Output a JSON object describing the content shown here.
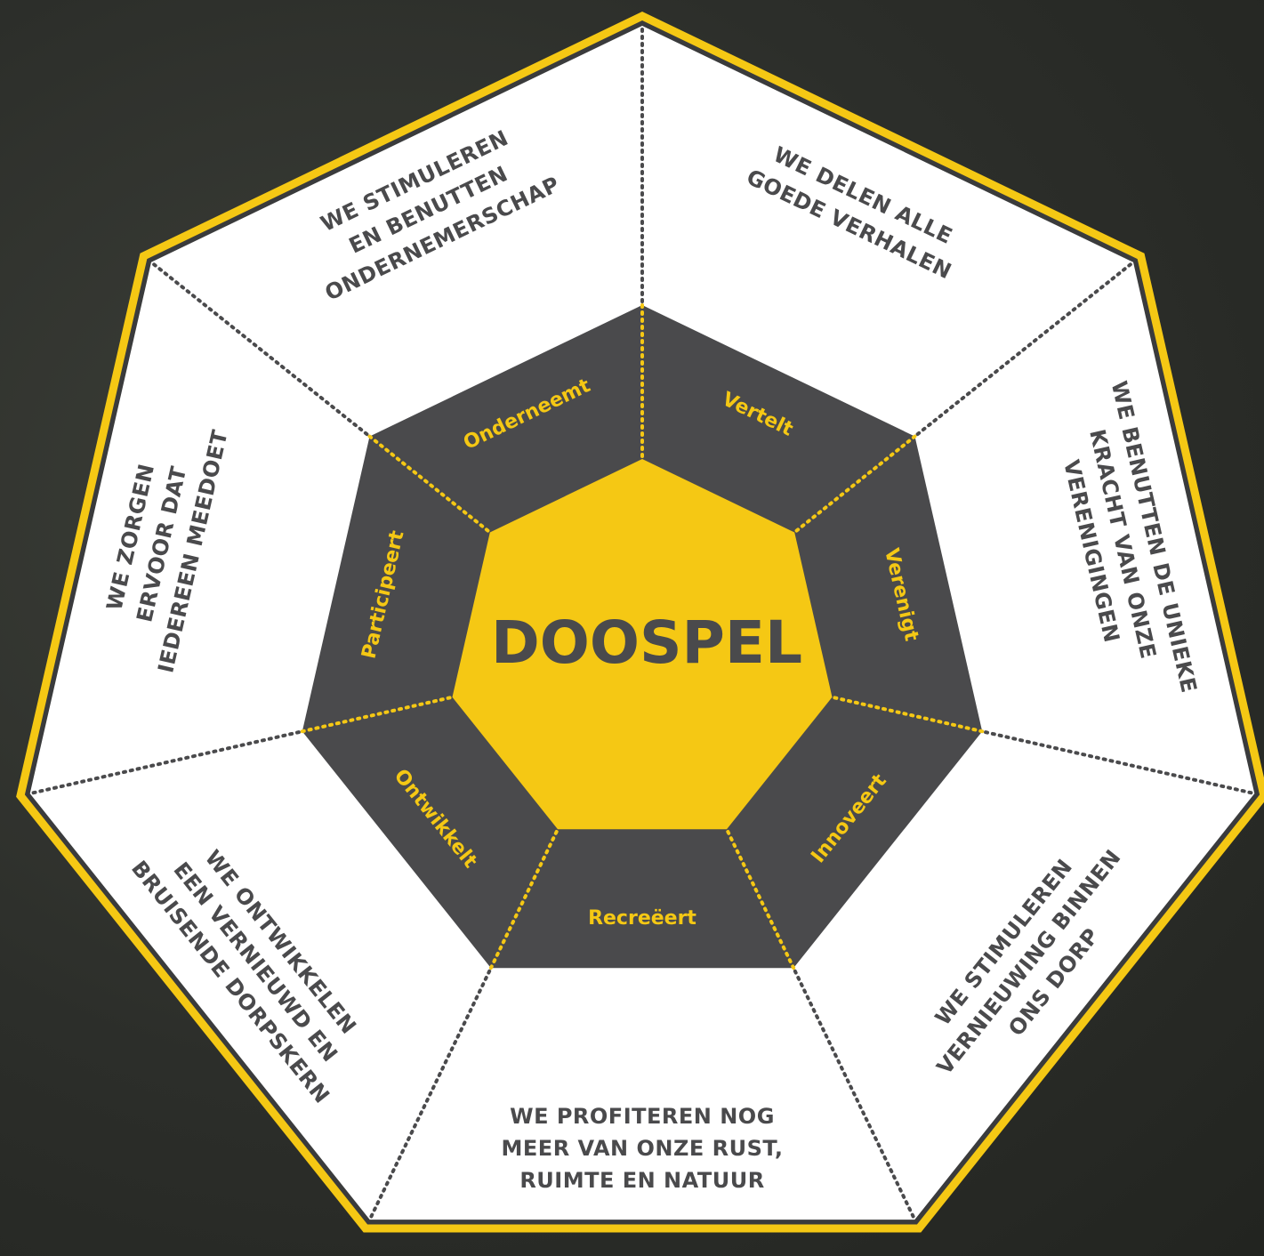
{
  "center": {
    "label": "DOOSPEL"
  },
  "segments": [
    {
      "keyword": "Vertelt",
      "statement": [
        "WE DELEN ALLE",
        "GOEDE VERHALEN"
      ]
    },
    {
      "keyword": "Verenigt",
      "statement": [
        "WE BENUTTEN DE UNIEKE",
        "KRACHT VAN ONZE",
        "VERENIGINGEN"
      ]
    },
    {
      "keyword": "Innoveert",
      "statement": [
        "WE STIMULEREN",
        "VERNIEUWING BINNEN",
        "ONS DORP"
      ]
    },
    {
      "keyword": "Recreëert",
      "statement": [
        "WE PROFITEREN NOG",
        "MEER VAN ONZE RUST,",
        "RUIMTE EN NATUUR"
      ]
    },
    {
      "keyword": "Ontwikkelt",
      "statement": [
        "WE ONTWIKKELEN",
        "EEN VERNIEUWD EN",
        "BRUISENDE DORPSKERN"
      ]
    },
    {
      "keyword": "Participeert",
      "statement": [
        "WE ZORGEN",
        "ERVOOR DAT",
        "IEDEREEN MEEDOET"
      ]
    },
    {
      "keyword": "Onderneemt",
      "statement": [
        "WE STIMULEREN",
        "EN BENUTTEN",
        "ONDERNEMERSCHAP"
      ]
    }
  ],
  "colors": {
    "accent": "#f5c814",
    "dark": "#4a4a4c",
    "outer_fill": "#ffffff",
    "outer_border": "#3a3b3c"
  }
}
